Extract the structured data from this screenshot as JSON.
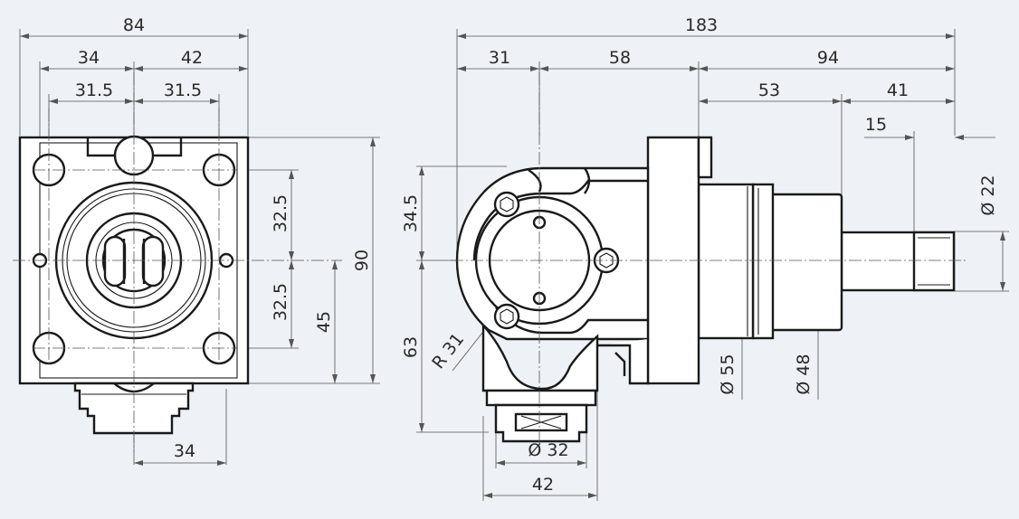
{
  "colors": {
    "background": "#eef1f5",
    "outline": "#1a1a1a",
    "dimension": "#555555",
    "text": "#2a2a2a"
  },
  "front_view": {
    "dim_total_width": "84",
    "dim_left_width": "34",
    "dim_right_width": "42",
    "dim_left_half": "31.5",
    "dim_right_half": "31.5",
    "dim_upper_pitch": "32.5",
    "dim_lower_pitch": "32.5",
    "dim_center_height": "45",
    "dim_total_height": "90",
    "dim_bottom_width": "34"
  },
  "side_view": {
    "dim_total_length": "183",
    "dim_left_to_axis": "31",
    "dim_axis_to_flange": "58",
    "dim_flange_to_end": "94",
    "dim_body_section": "53",
    "dim_shaft_section": "41",
    "dim_shaft_tip": "15",
    "dim_upper_height": "34.5",
    "dim_lower_height": "63",
    "dim_radius": "R 31",
    "dim_dia_55": "Ø 55",
    "dim_dia_48": "Ø 48",
    "dim_dia_22": "Ø 22",
    "dim_dia_32": "Ø 32",
    "dim_bottom_width": "42"
  }
}
